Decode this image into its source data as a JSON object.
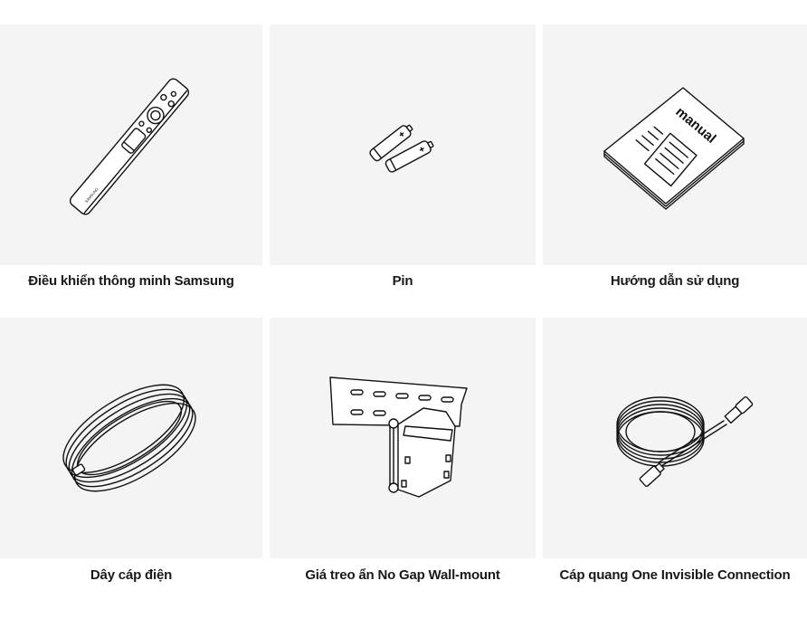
{
  "items": [
    {
      "label": "Điều khiển thông minh Samsung",
      "icon": "remote-control-icon"
    },
    {
      "label": "Pin",
      "icon": "battery-icon"
    },
    {
      "label": "Hướng dẫn sử dụng",
      "icon": "manual-book-icon"
    },
    {
      "label": "Dây cáp điện",
      "icon": "power-cable-icon"
    },
    {
      "label": "Giá treo ẩn No Gap Wall-mount",
      "icon": "wall-mount-icon"
    },
    {
      "label": "Cáp quang One Invisible Connection",
      "icon": "optical-cable-icon"
    }
  ],
  "manual_cover_text": "manual",
  "remote_brand_text": "SAMSUNG"
}
